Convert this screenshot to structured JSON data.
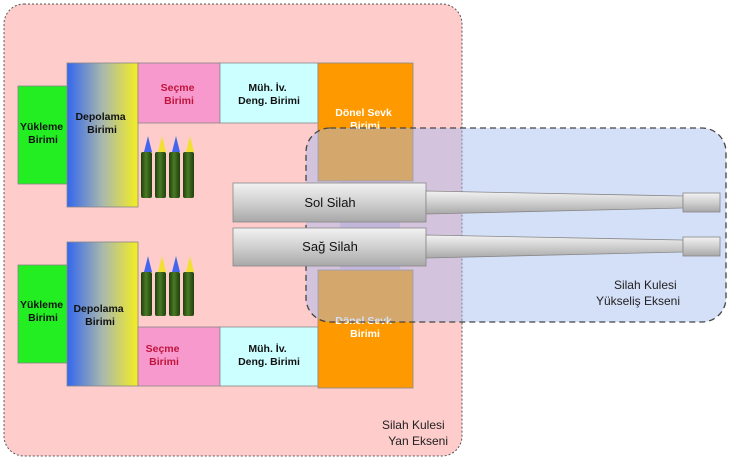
{
  "regions": {
    "yaw_axis": {
      "line1": "Silah Kulesi",
      "line2": "Yan Ekseni",
      "fill": "#ffcccc"
    },
    "elevation_axis": {
      "line1": "Silah Kulesi",
      "line2": "Yükseliş Ekseni",
      "fill": "#cdd9f7"
    }
  },
  "top_module": {
    "loading_unit": {
      "line1": "Yükleme",
      "line2": "Birimi"
    },
    "storage_unit": {
      "line1": "Depolama",
      "line2": "Birimi"
    },
    "selection_unit": {
      "line1": "Seçme",
      "line2": "Birimi"
    },
    "balancing_unit": {
      "line1": "Müh. İv.",
      "line2": "Deng. Birimi"
    },
    "rotary_feed_unit": {
      "line1": "Dönel Sevk",
      "line2": "Birimi"
    }
  },
  "bottom_module": {
    "loading_unit": {
      "line1": "Yükleme",
      "line2": "Birimi"
    },
    "storage_unit": {
      "line1": "Depolama",
      "line2": "Birimi"
    },
    "selection_unit": {
      "line1": "Seçme",
      "line2": "Birimi"
    },
    "balancing_unit": {
      "line1": "Müh. İv.",
      "line2": "Deng. Birimi"
    },
    "rotary_feed_unit": {
      "line1": "Dönel Sevk",
      "line2": "Birimi"
    }
  },
  "guns": {
    "left": "Sol Silah",
    "right": "Sağ Silah"
  },
  "colors": {
    "loading": "#22ee22",
    "selection": "#f799cc",
    "balancing": "#ccffff",
    "rotary": "#ff9900",
    "storage_gradient_start": "#3366ee",
    "storage_gradient_end": "#f4ee22",
    "gun_barrel": "#d4d4d4",
    "cartridge_body": "#2e5a14",
    "tip_blue": "#4466ee",
    "tip_yellow": "#f0e030"
  }
}
